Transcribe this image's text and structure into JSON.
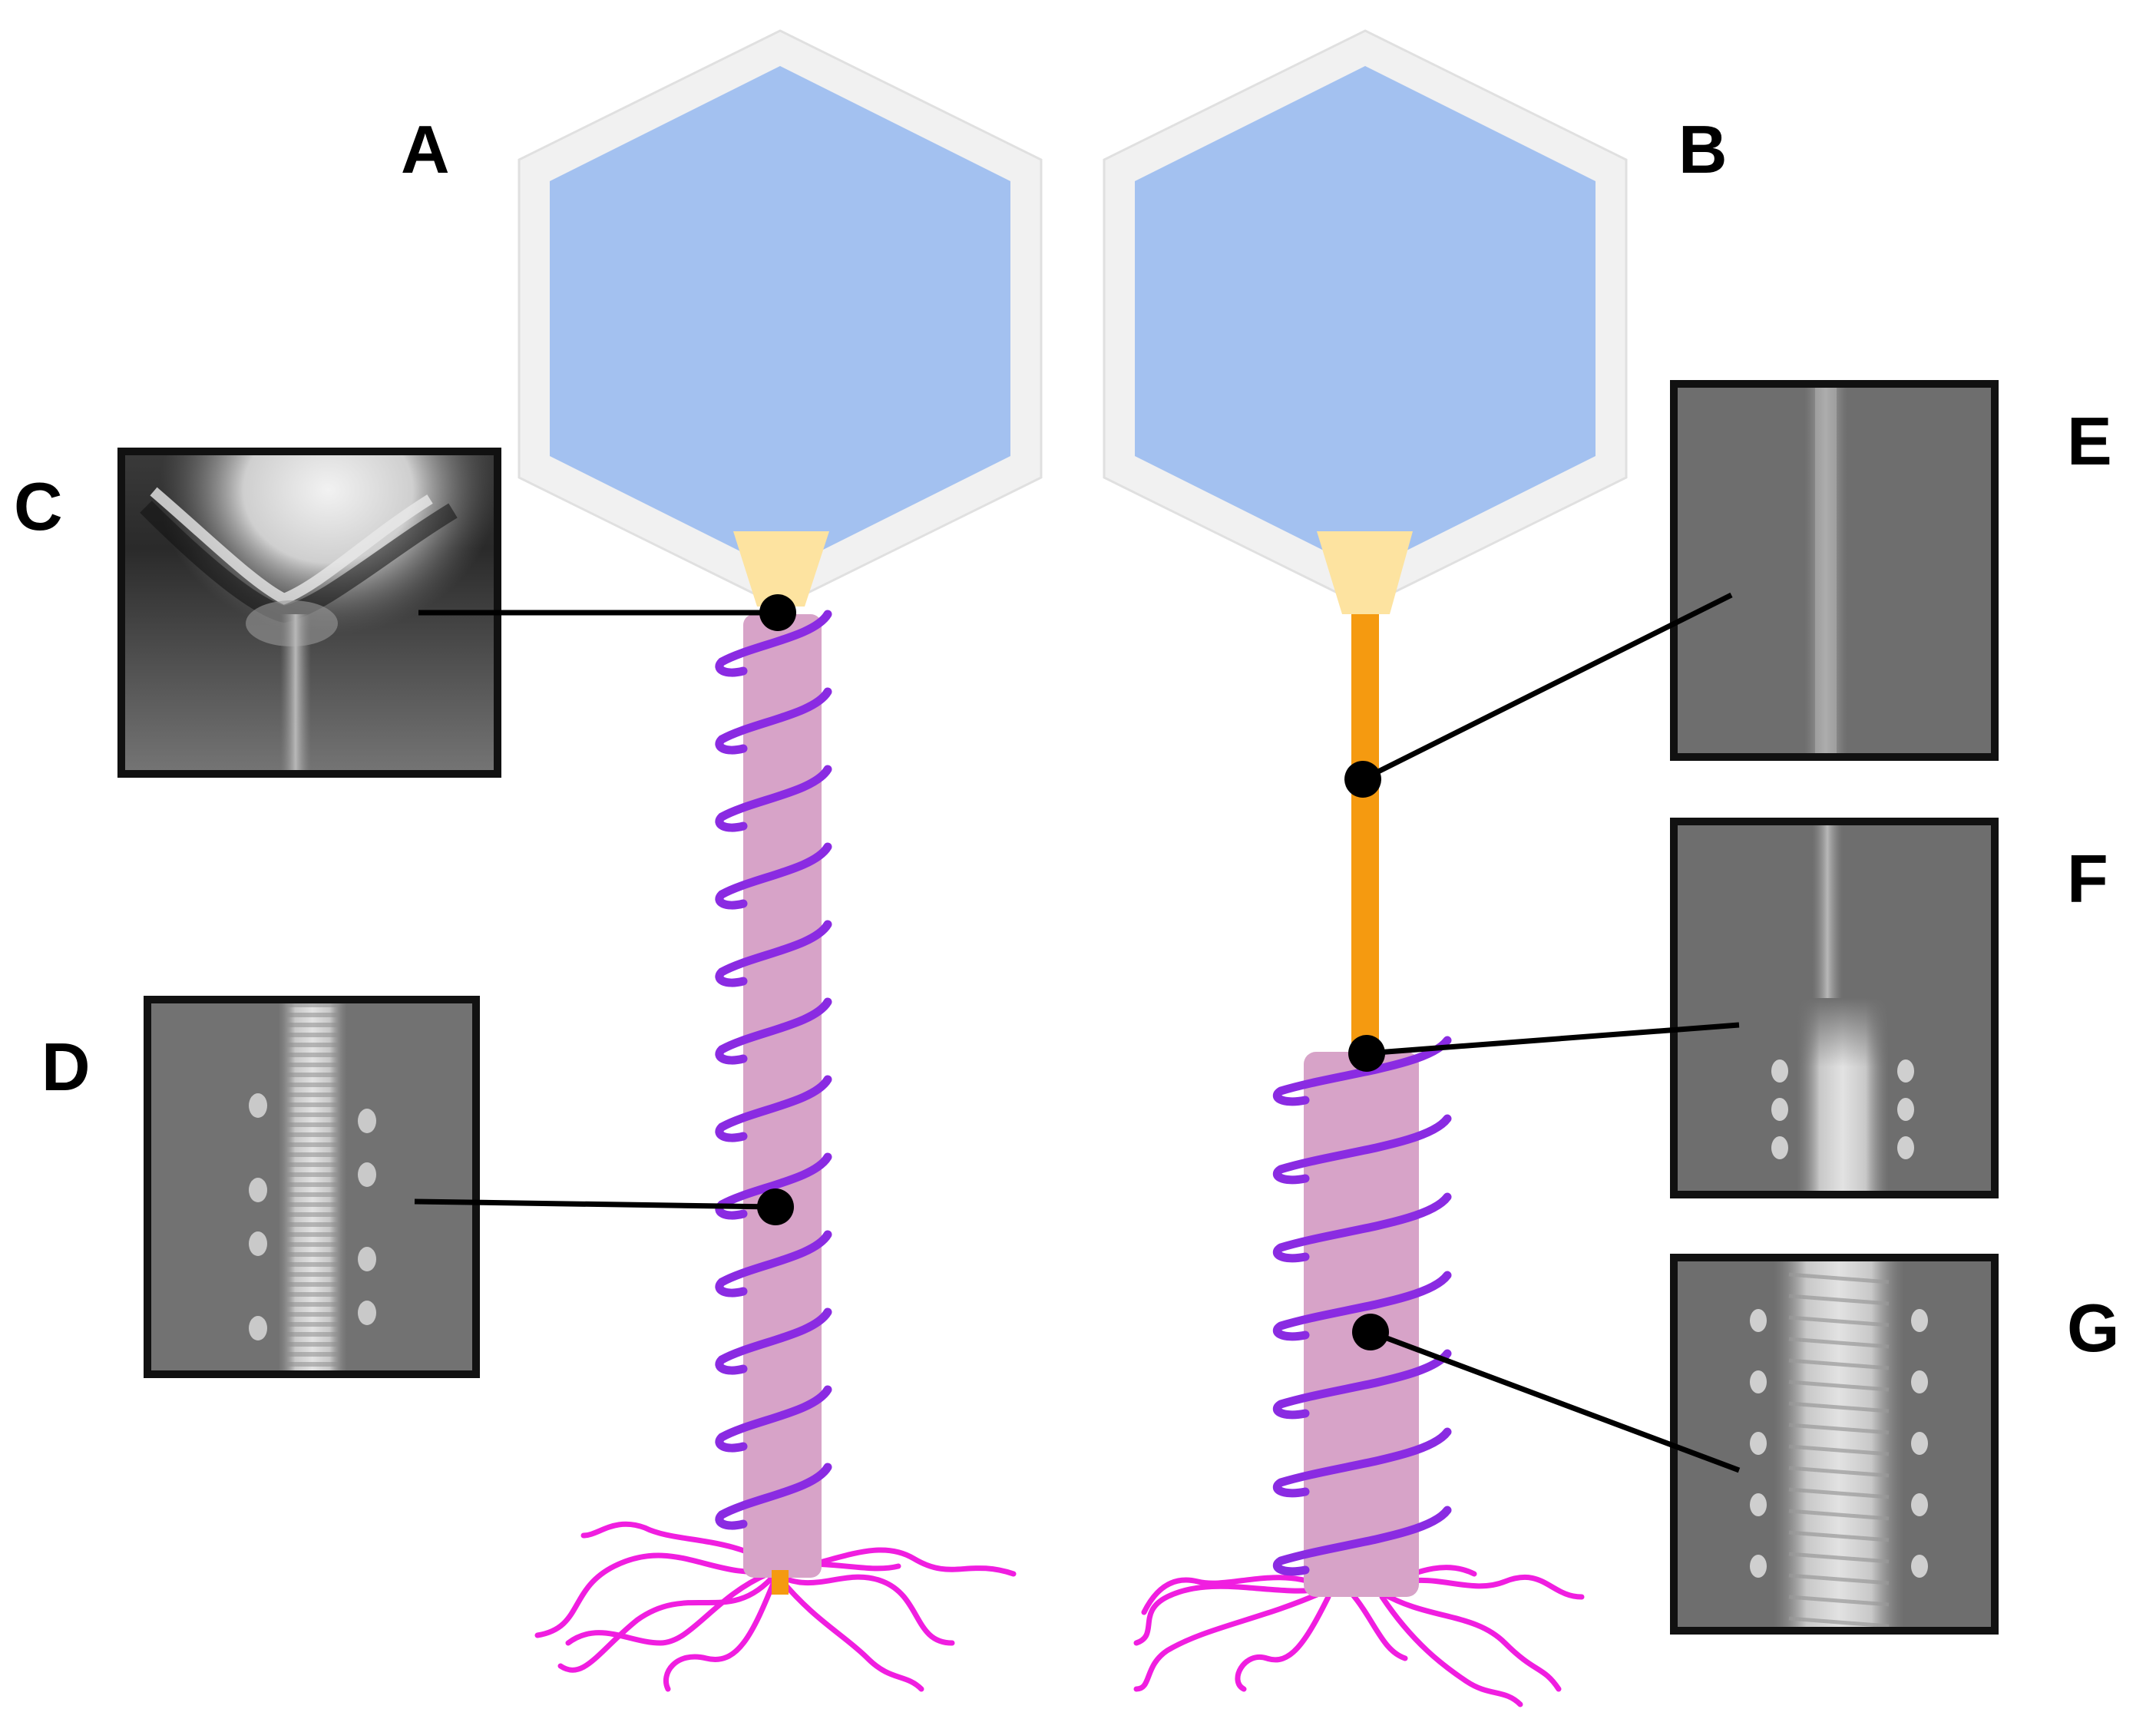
{
  "figure": {
    "panels": {
      "a": "A",
      "b": "B",
      "c": "C",
      "d": "D",
      "e": "E",
      "f": "F",
      "g": "G"
    }
  },
  "colors": {
    "capsid_fill": "#a3c1f0",
    "capsid_shell": "#f1f1f1",
    "capsid_shell_stroke": "#e0e0e0",
    "portal": "#fde3a0",
    "tail_tube": "#f59a10",
    "sheath": "#d7a3c8",
    "sheath_helix": "#8a2be2",
    "tail_fibers": "#f01ee0",
    "leader": "#000000",
    "inset_border": "#111111"
  },
  "icons": {
    "capsid_a": "hexagon-capsid-icon",
    "capsid_b": "hexagon-capsid-icon",
    "leader_dot": "dot-marker-icon"
  }
}
